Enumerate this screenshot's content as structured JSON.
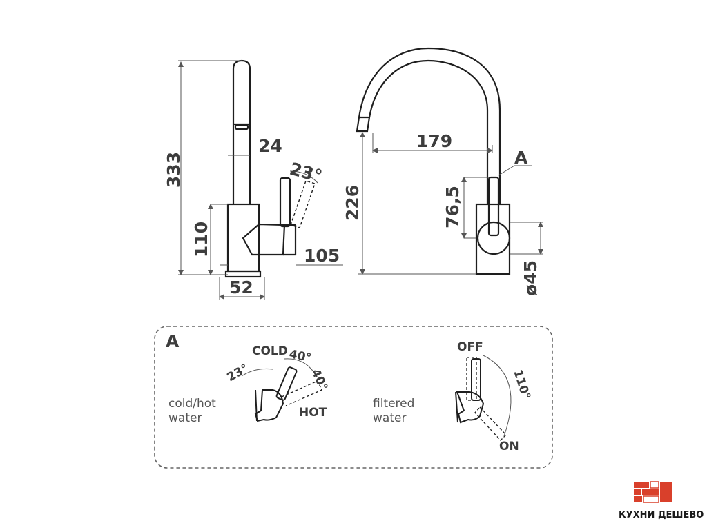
{
  "colors": {
    "line": "#1e1e1e",
    "dim_line": "#555555",
    "text": "#3d3d3d",
    "logo_accent": "#d9402b"
  },
  "front_view": {
    "dim_height_total": "333",
    "dim_spout_diameter": "24",
    "dim_lever_angle": "23°",
    "dim_body_height": "110",
    "dim_base_width": "52",
    "dim_lever_reach": "105"
  },
  "side_view": {
    "dim_spout_reach": "179",
    "detail_marker": "A",
    "dim_spout_height": "226",
    "dim_lever_height": "76,5",
    "dim_base_diameter": "ø45"
  },
  "detail_a": {
    "title": "A",
    "cold_hot": {
      "caption_line1": "cold/hot",
      "caption_line2": "water",
      "label_cold": "COLD",
      "label_hot": "HOT",
      "angle_left": "23°",
      "angle_top": "40°",
      "angle_right": "40°"
    },
    "filtered": {
      "caption_line1": "filtered",
      "caption_line2": "water",
      "label_off": "OFF",
      "label_on": "ON",
      "angle": "110°"
    }
  },
  "logo": {
    "text": "КУХНИ ДЕШЕВО",
    "icon": "kitchen-cabinet-icon"
  }
}
